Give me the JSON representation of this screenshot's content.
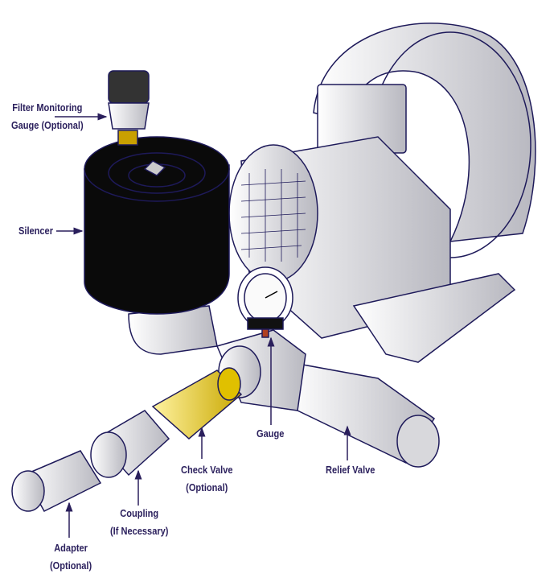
{
  "title": "Regenerative blower accessory assembly",
  "labels": {
    "filter_gauge": [
      "Filter Monitoring",
      "Gauge (Optional)"
    ],
    "silencer": "Silencer",
    "gauge": "Gauge",
    "relief_valve": "Relief Valve",
    "check_valve": [
      "Check Valve",
      "(Optional)"
    ],
    "coupling": [
      "Coupling",
      "(If Necessary)"
    ],
    "adapter": [
      "Adapter",
      "(Optional)"
    ]
  },
  "colors": {
    "label": "#2a1f5c",
    "outline": "#1e1a5a",
    "part": "#e4e4e8",
    "silencer": "#0a0a0a",
    "check_valve": "#e6c300"
  }
}
